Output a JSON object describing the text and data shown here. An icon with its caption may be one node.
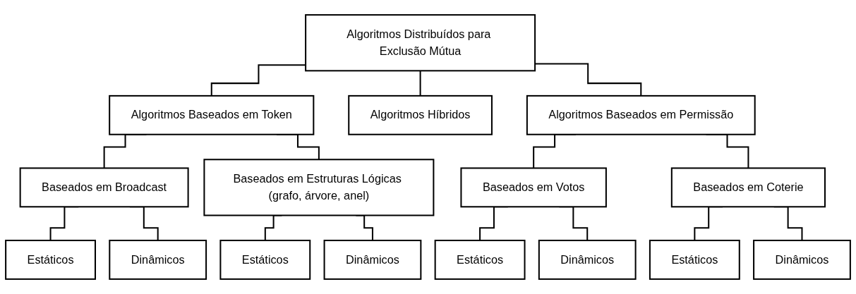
{
  "diagram": {
    "nodes": [
      {
        "text": [
          "Algoritmos Distribuídos para Exclusão Mútua"
        ]
      },
      {
        "text": [
          "Algoritmos Baseados em Token"
        ]
      },
      {
        "text": [
          "Algoritmos Híbridos"
        ]
      },
      {
        "text": [
          "Algoritmos Baseados em Permissão"
        ]
      },
      {
        "text": [
          "Baseados em Broadcast"
        ]
      },
      {
        "text": [
          "Baseados em Estruturas Lógicas (grafo, árvore, anel)"
        ]
      },
      {
        "text": [
          "Baseados em Votos"
        ]
      },
      {
        "text": [
          "Baseados em Coterie"
        ]
      },
      {
        "text": [
          "Estáticos"
        ]
      },
      {
        "text": [
          "Dinâmicos"
        ]
      },
      {
        "text": [
          "Estáticos"
        ]
      },
      {
        "text": [
          "Dinâmicos"
        ]
      },
      {
        "text": [
          "Estáticos"
        ]
      },
      {
        "text": [
          "Dinâmicos"
        ]
      },
      {
        "text": [
          "Estáticos"
        ]
      },
      {
        "text": [
          "Dinâmicos"
        ]
      }
    ],
    "edges": [
      {
        "from": 0,
        "to": 1,
        "arrow": "none"
      },
      {
        "from": 0,
        "to": 2,
        "arrow": "none"
      },
      {
        "from": 0,
        "to": 3,
        "arrow": "none"
      },
      {
        "from": 1,
        "to": 4,
        "arrow": "none"
      },
      {
        "from": 1,
        "to": 5,
        "arrow": "none"
      },
      {
        "from": 3,
        "to": 6,
        "arrow": "none"
      },
      {
        "from": 3,
        "to": 7,
        "arrow": "none"
      },
      {
        "from": 4,
        "to": 8,
        "arrow": "none"
      },
      {
        "from": 4,
        "to": 9,
        "arrow": "none"
      },
      {
        "from": 5,
        "to": 10,
        "arrow": "none"
      },
      {
        "from": 5,
        "to": 11,
        "arrow": "none"
      },
      {
        "from": 6,
        "to": 12,
        "arrow": "none"
      },
      {
        "from": 6,
        "to": 13,
        "arrow": "none"
      },
      {
        "from": 7,
        "to": 14,
        "arrow": "none"
      },
      {
        "from": 7,
        "to": 15,
        "arrow": "none"
      }
    ]
  }
}
